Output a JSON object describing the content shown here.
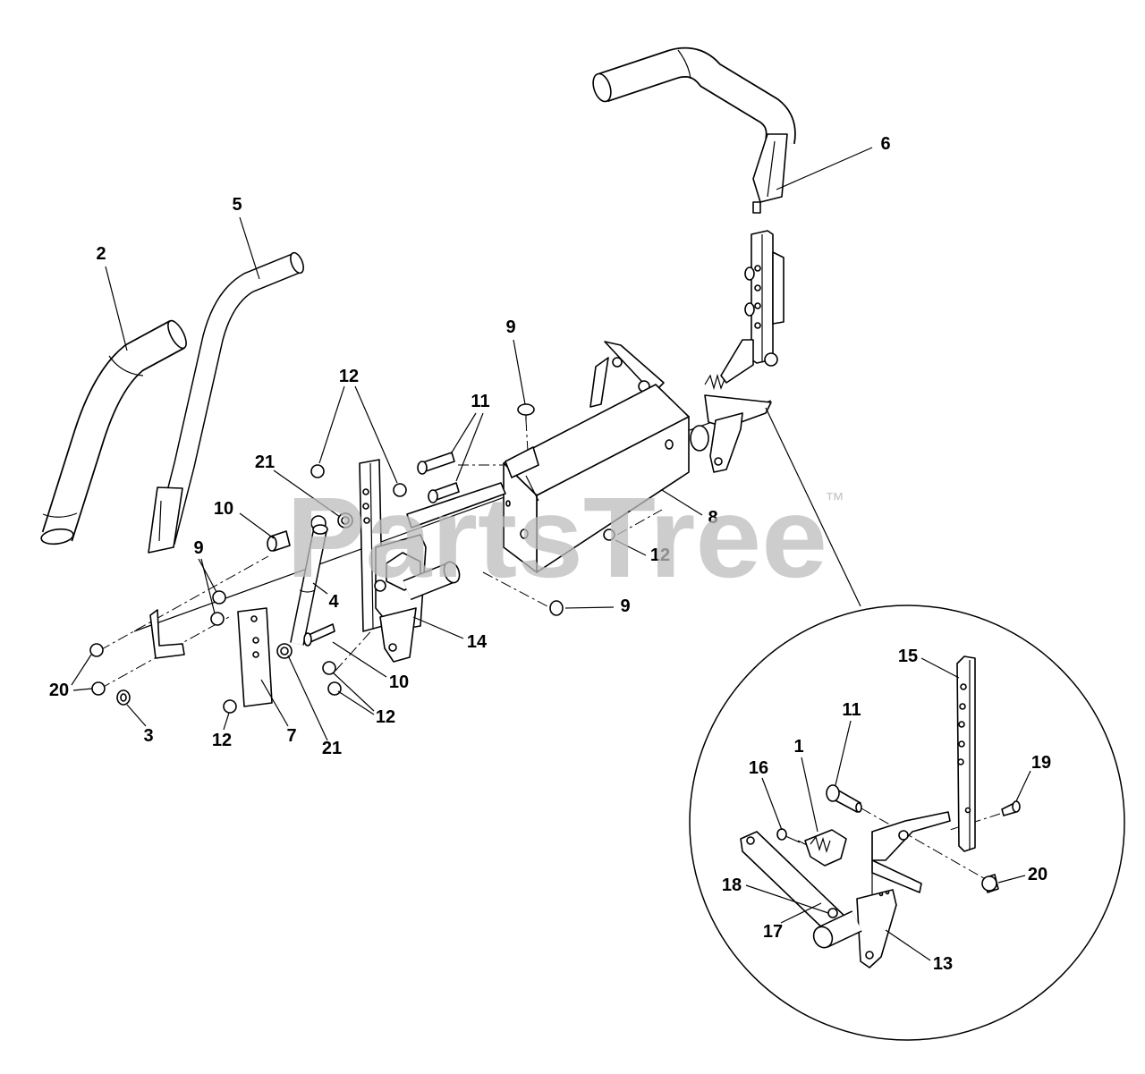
{
  "watermark": {
    "brand": "PartsTree",
    "tm": "™"
  },
  "callouts": {
    "main": [
      "2",
      "5",
      "6",
      "9",
      "12",
      "11",
      "21",
      "10",
      "8",
      "12",
      "9",
      "4",
      "9",
      "14",
      "10",
      "20",
      "12",
      "3",
      "12",
      "7",
      "21"
    ],
    "detail": [
      "15",
      "11",
      "1",
      "16",
      "19",
      "20",
      "18",
      "17",
      "13"
    ]
  }
}
